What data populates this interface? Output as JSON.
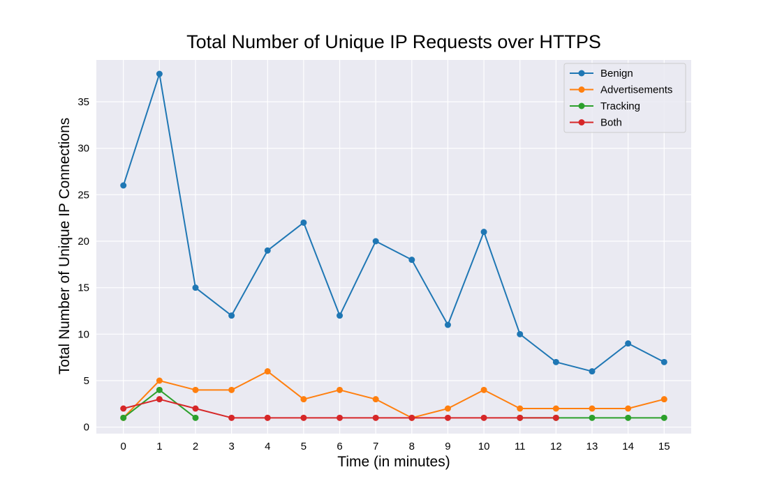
{
  "chart_data": {
    "type": "line",
    "title": "Total Number of Unique IP Requests over HTTPS",
    "xlabel": "Time (in minutes)",
    "ylabel": "Total Number of Unique IP Connections",
    "x": [
      0,
      1,
      2,
      3,
      4,
      5,
      6,
      7,
      8,
      9,
      10,
      11,
      12,
      13,
      14,
      15
    ],
    "xlim": [
      -0.75,
      15.75
    ],
    "ylim": [
      -0.7,
      39.5
    ],
    "xticks": [
      0,
      1,
      2,
      3,
      4,
      5,
      6,
      7,
      8,
      9,
      10,
      11,
      12,
      13,
      14,
      15
    ],
    "yticks": [
      0,
      5,
      10,
      15,
      20,
      25,
      30,
      35
    ],
    "grid": true,
    "legend_position": "top-right",
    "series": [
      {
        "name": "Benign",
        "color": "#1f77b4",
        "x": [
          0,
          1,
          2,
          3,
          4,
          5,
          6,
          7,
          8,
          9,
          10,
          11,
          12,
          13,
          14,
          15
        ],
        "values": [
          26,
          38,
          15,
          12,
          19,
          22,
          12,
          20,
          18,
          11,
          21,
          10,
          7,
          6,
          9,
          7
        ]
      },
      {
        "name": "Advertisements",
        "color": "#ff7f0e",
        "x": [
          0,
          1,
          2,
          3,
          4,
          5,
          6,
          7,
          8,
          9,
          10,
          11,
          12,
          13,
          14,
          15
        ],
        "values": [
          1,
          5,
          4,
          4,
          6,
          3,
          4,
          3,
          1,
          2,
          4,
          2,
          2,
          2,
          2,
          3
        ]
      },
      {
        "name": "Tracking",
        "color": "#2ca02c",
        "x": [
          0,
          1,
          2,
          11,
          12,
          13,
          14,
          15
        ],
        "values": [
          1,
          4,
          1,
          1,
          1,
          1,
          1,
          1
        ],
        "segments": [
          [
            0,
            2
          ],
          [
            3,
            7
          ]
        ]
      },
      {
        "name": "Both",
        "color": "#d62728",
        "x": [
          0,
          1,
          2,
          3,
          4,
          5,
          6,
          7,
          8,
          9,
          10,
          11,
          12
        ],
        "values": [
          2,
          3,
          2,
          1,
          1,
          1,
          1,
          1,
          1,
          1,
          1,
          1,
          1
        ]
      }
    ]
  }
}
